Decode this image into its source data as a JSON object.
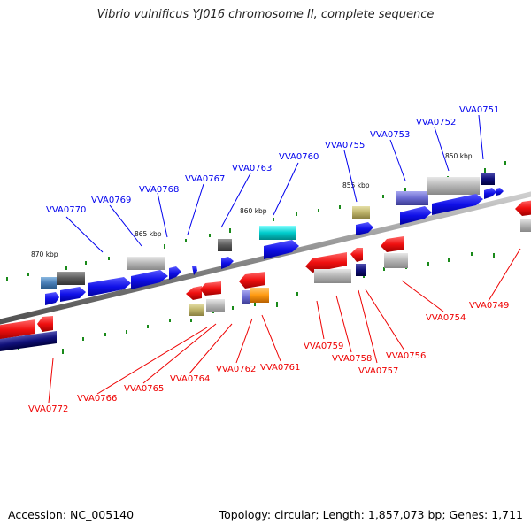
{
  "header": {
    "title": "Vibrio vulnificus YJ016 chromosome II, complete sequence"
  },
  "footer": {
    "accession": "Accession: NC_005140",
    "summary": "Topology: circular; Length: 1,857,073 bp; Genes: 1,711"
  },
  "scale_labels": [
    "870 kbp",
    "865 kbp",
    "860 kbp",
    "855 kbp",
    "850 kbp"
  ],
  "forward_genes": [
    "VVA0770",
    "VVA0769",
    "VVA0768",
    "VVA0767",
    "VVA0763",
    "VVA0760",
    "VVA0755",
    "VVA0753",
    "VVA0752",
    "VVA0751"
  ],
  "reverse_genes": [
    "VVA0772",
    "VVA0766",
    "VVA0765",
    "VVA0764",
    "VVA0762",
    "VVA0761",
    "VVA0759",
    "VVA0758",
    "VVA0757",
    "VVA0756",
    "VVA0754",
    "VVA0749"
  ],
  "colors": {
    "forward_label": "#0000ee",
    "reverse_label": "#ee0000",
    "forward_gene": "#1414ee",
    "reverse_gene": "#ee1414",
    "backbone": "#8c8c8c",
    "tick": "#1a8a1a"
  }
}
